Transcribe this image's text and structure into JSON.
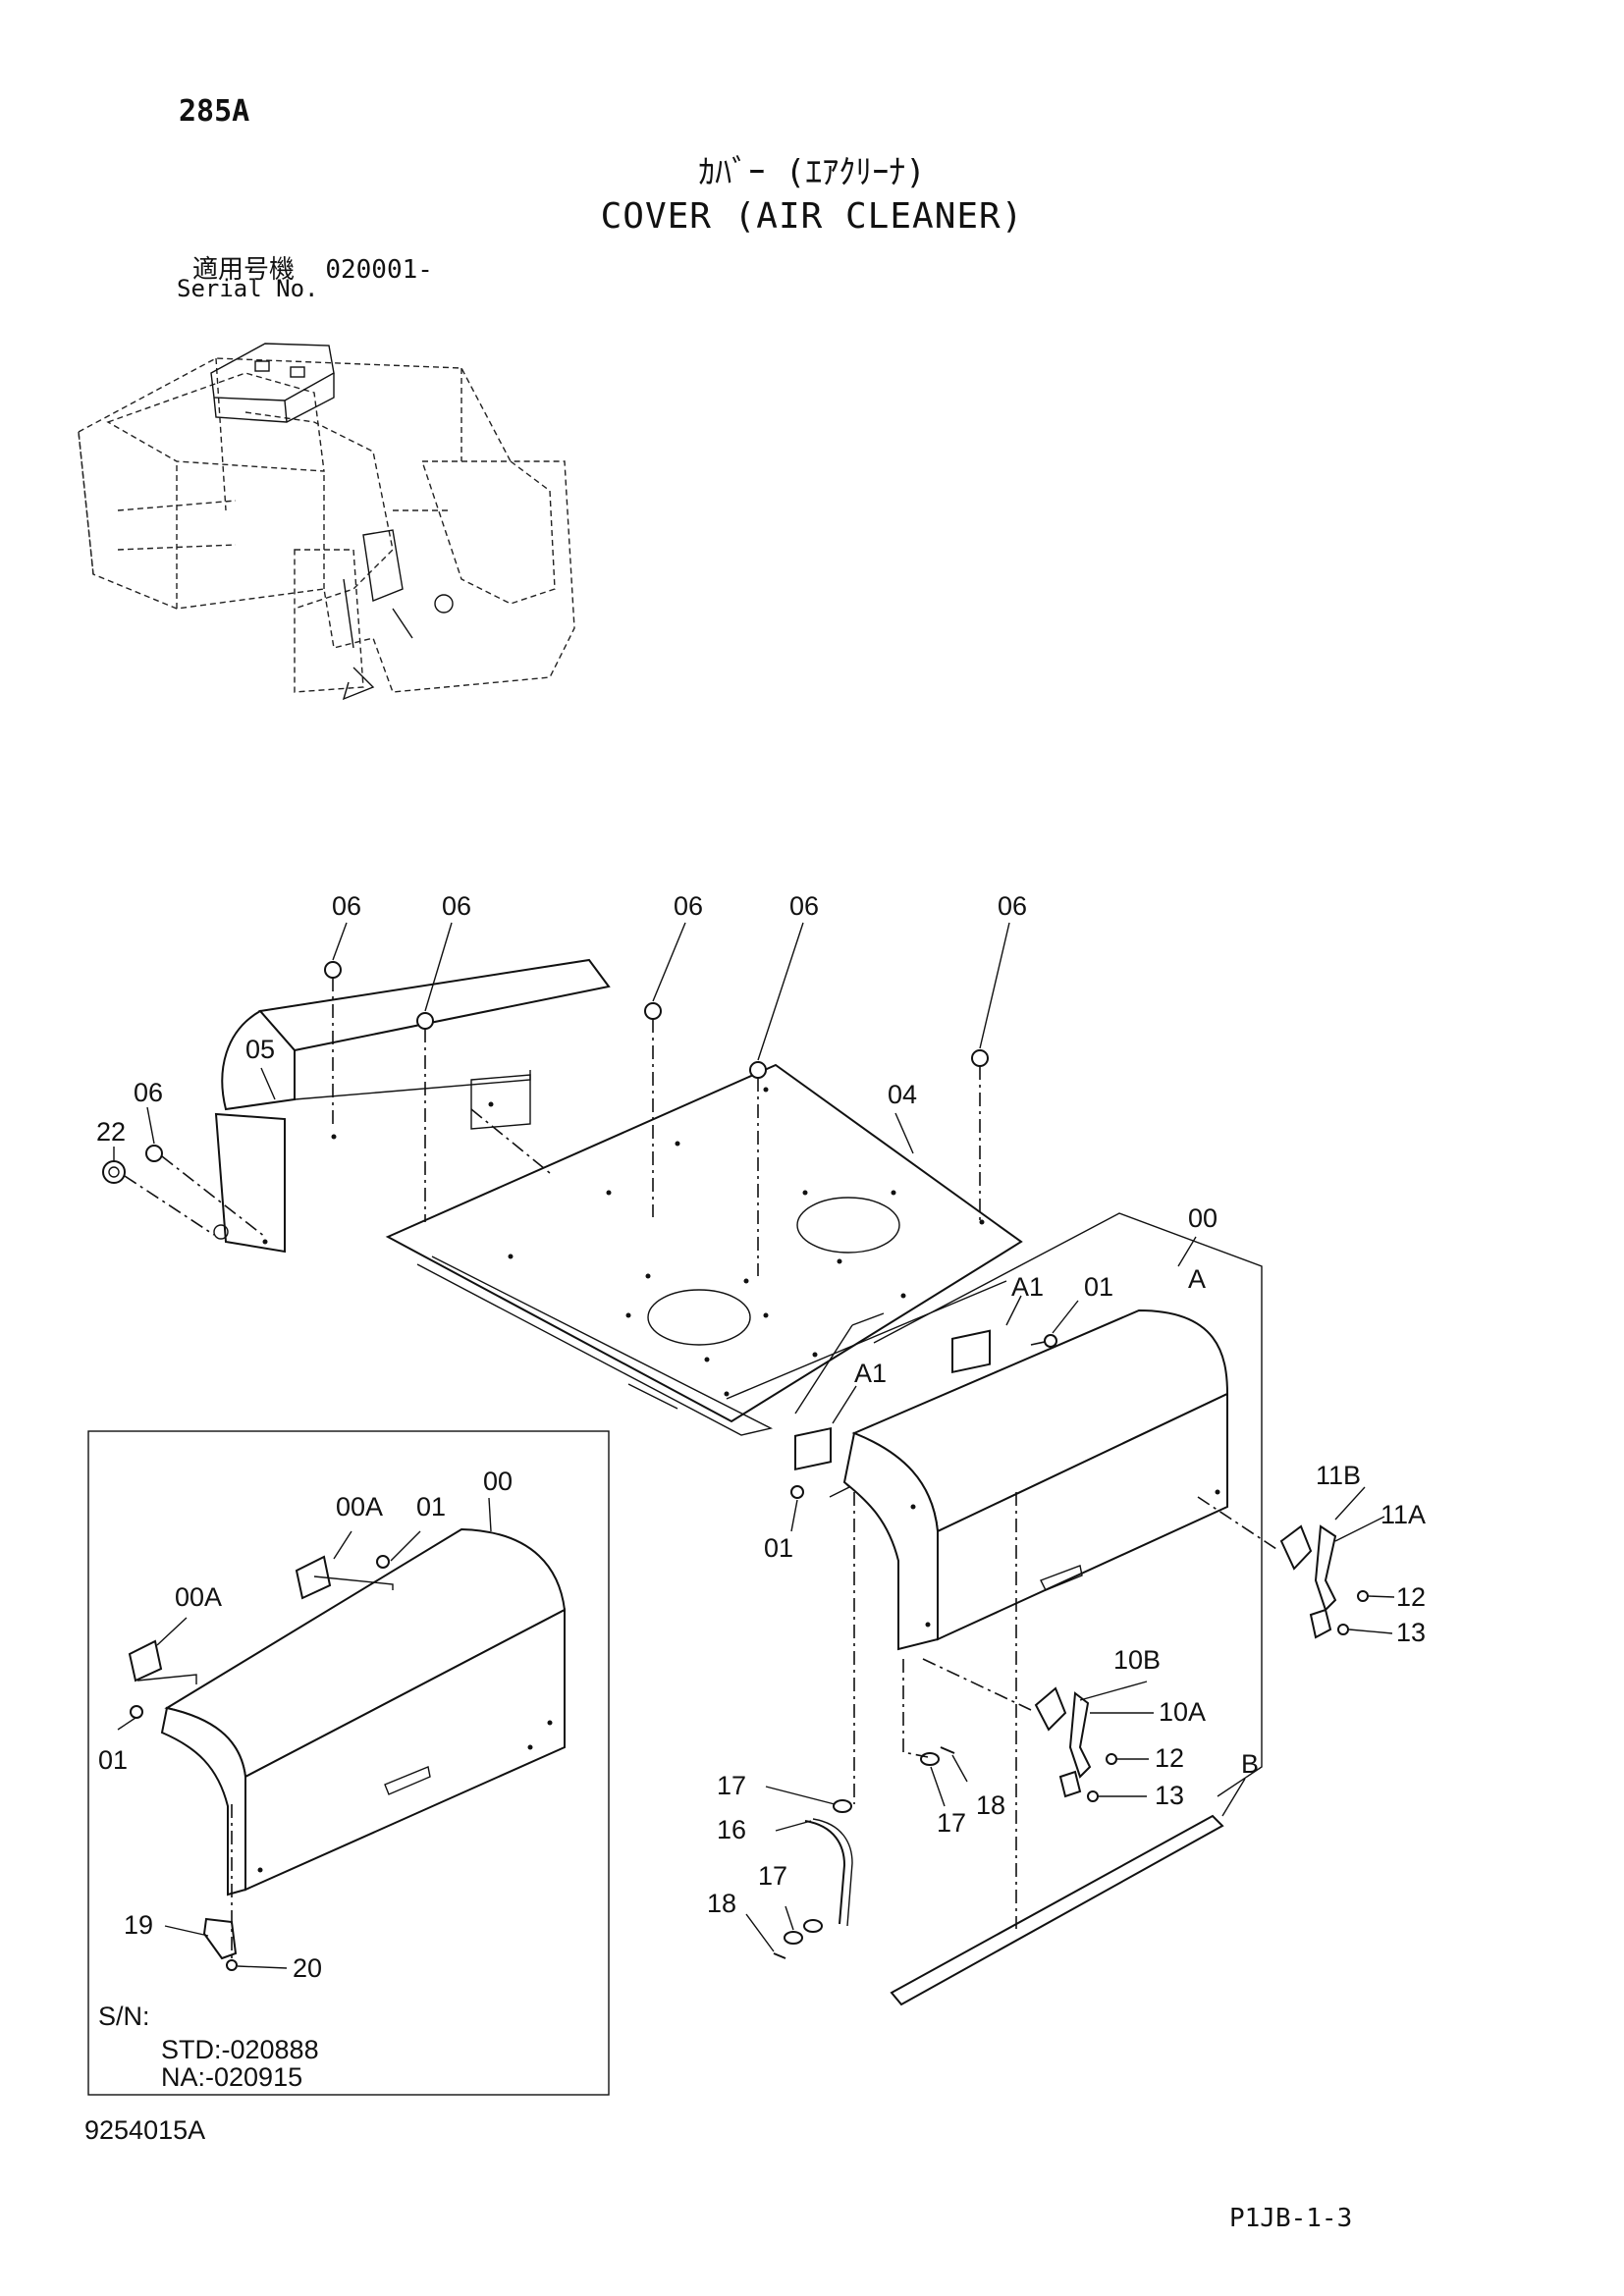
{
  "header": {
    "page_code": "285A",
    "title_jp": "ｶﾊﾞｰ (ｴｱｸﾘｰﾅ)",
    "title_en": "COVER (AIR CLEANER)",
    "serial_label_jp": "適用号機",
    "serial_range": "020001-",
    "serial_label_en": "Serial No."
  },
  "callouts": {
    "c06_1": "06",
    "c06_2": "06",
    "c06_3": "06",
    "c06_4": "06",
    "c06_5": "06",
    "c06_6": "06",
    "c05": "05",
    "c22": "22",
    "c04": "04",
    "c00": "00",
    "cA": "A",
    "cA1_1": "A1",
    "cA1_2": "A1",
    "c01_1": "01",
    "c01_2": "01",
    "c11B": "11B",
    "c11A": "11A",
    "c12_1": "12",
    "c13_1": "13",
    "c10B": "10B",
    "c10A": "10A",
    "c12_2": "12",
    "c13_2": "13",
    "c17_1": "17",
    "c17_2": "17",
    "c17_3": "17",
    "c18_1": "18",
    "c18_2": "18",
    "c16": "16",
    "cB": "B"
  },
  "inset": {
    "c00": "00",
    "c00A_1": "00A",
    "c00A_2": "00A",
    "c01_1": "01",
    "c01_2": "01",
    "c19": "19",
    "c20": "20",
    "sn_label": "S/N:",
    "sn_std": "STD:-020888",
    "sn_na": "NA:-020915"
  },
  "footer": {
    "figure_code": "9254015A",
    "sheet_code": "P1JB-1-3"
  }
}
